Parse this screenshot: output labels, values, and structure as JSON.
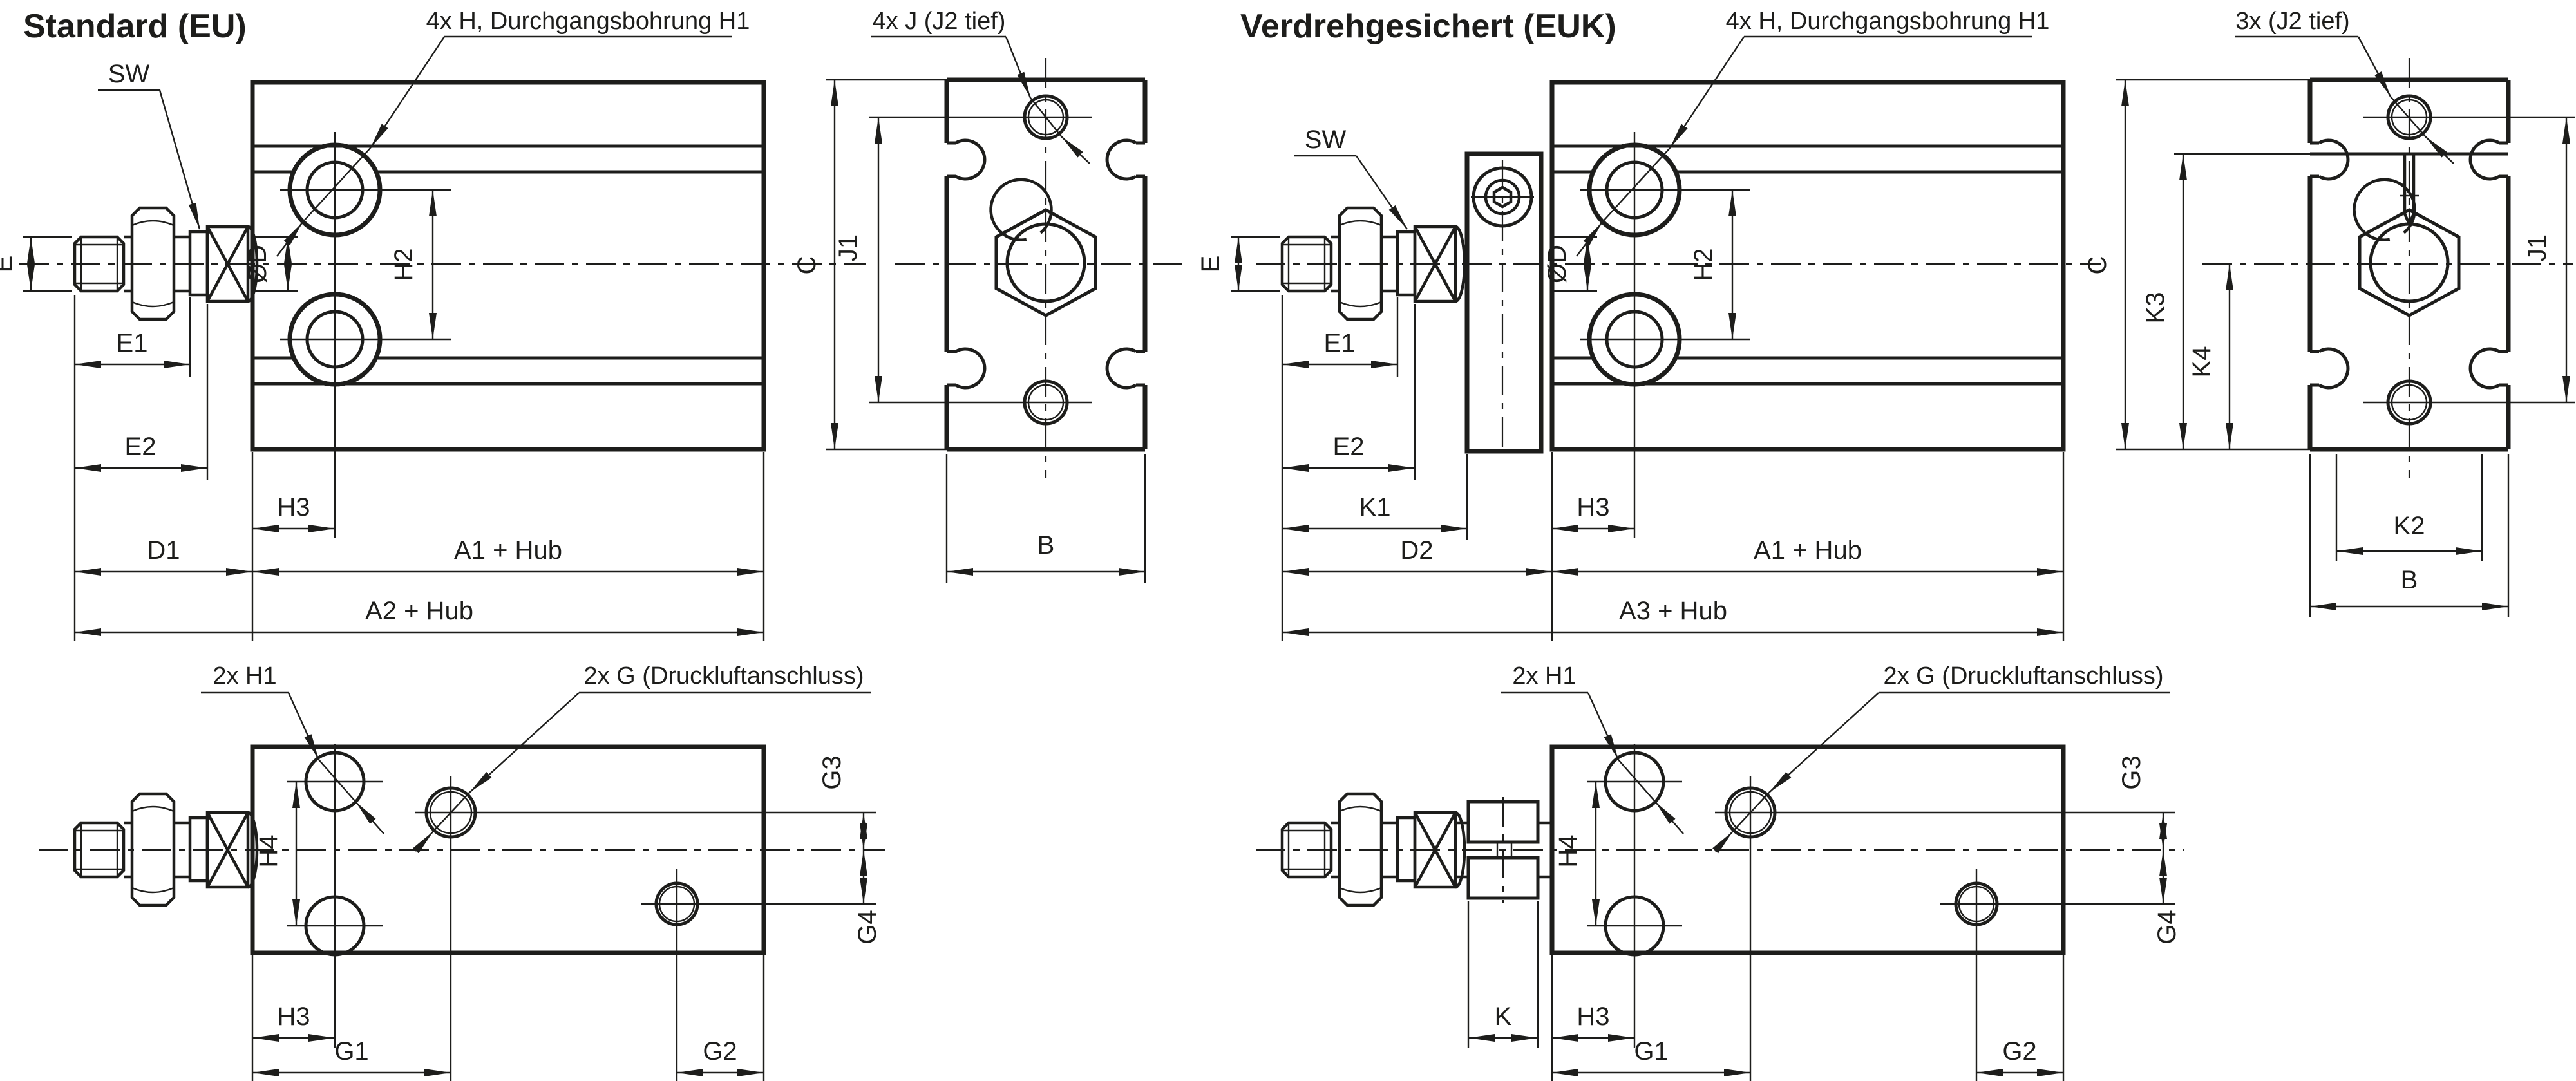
{
  "drawing": {
    "titles": {
      "eu": "Standard (EU)",
      "euk": "Verdrehgesichert (EUK)"
    },
    "leaders": {
      "h_holes": "4x H, Durchgangsbohrung H1",
      "j_holes_eu": "4x J (J2 tief)",
      "j_holes_euk": "3x (J2 tief)",
      "h1_holes": "2x H1",
      "g_ports": "2x G (Druckluftanschluss)"
    },
    "dims": {
      "sw": "SW",
      "e": "E",
      "od": "ØD",
      "h2": "H2",
      "c": "C",
      "j1": "J1",
      "b": "B",
      "e1": "E1",
      "e2": "E2",
      "d1": "D1",
      "d2": "D2",
      "h3": "H3",
      "h4": "H4",
      "a1_hub": "A1 + Hub",
      "a2_hub": "A2 + Hub",
      "a3_hub": "A3 + Hub",
      "g1": "G1",
      "g2": "G2",
      "g3": "G3",
      "g4": "G4",
      "k": "K",
      "k1": "K1",
      "k2": "K2",
      "k3": "K3",
      "k4": "K4"
    },
    "colors": {
      "line": "#1d1d1b",
      "background": "#ffffff"
    }
  }
}
